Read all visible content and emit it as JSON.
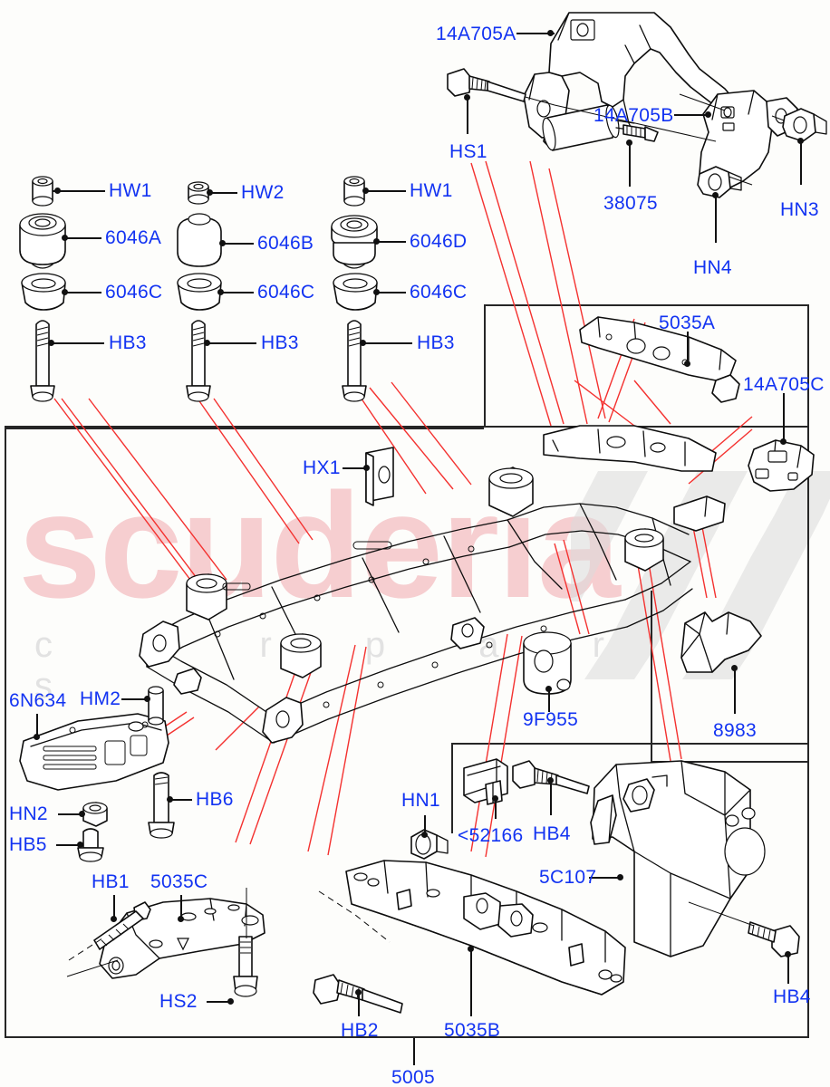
{
  "diagram": {
    "title": "5005",
    "kind": "exploded-parts-diagram",
    "watermark": {
      "brand": "scuderia",
      "subtitle": "c a r   p a r t s",
      "flag": "checkered-flag"
    },
    "label_color": "#1233f2",
    "leader_color": "#f4312f",
    "outline_color": "#0d0d0d"
  },
  "labels": {
    "hw1_left": "HW1",
    "hw2": "HW2",
    "hw1_right": "HW1",
    "p6046A": "6046A",
    "p6046B": "6046B",
    "p6046D": "6046D",
    "p6046C_left": "6046C",
    "p6046C_mid": "6046C",
    "p6046C_right": "6046C",
    "hb3_left": "HB3",
    "hb3_mid": "HB3",
    "hb3_right": "HB3",
    "p14A705A": "14A705A",
    "p14A705B": "14A705B",
    "hs1": "HS1",
    "p38075": "38075",
    "hn4": "HN4",
    "hn3": "HN3",
    "p5035A": "5035A",
    "p14A705C": "14A705C",
    "hx1": "HX1",
    "p9F955": "9F955",
    "p8983": "8983",
    "p6N634": "6N634",
    "hm2": "HM2",
    "hb6": "HB6",
    "hn2": "HN2",
    "hb5": "HB5",
    "hb1": "HB1",
    "p5035C": "5035C",
    "hs2": "HS2",
    "hn1": "HN1",
    "p52166": "<52166",
    "hb4_top": "HB4",
    "p5C107": "5C107",
    "hb2": "HB2",
    "p5035B": "5035B",
    "hb4_bottom": "HB4",
    "p5005": "5005"
  },
  "parts_list": [
    {
      "code": "HW1",
      "type": "washer"
    },
    {
      "code": "HW2",
      "type": "washer"
    },
    {
      "code": "6046A",
      "type": "body-mount-bushing"
    },
    {
      "code": "6046B",
      "type": "body-mount-bushing"
    },
    {
      "code": "6046D",
      "type": "body-mount-bushing"
    },
    {
      "code": "6046C",
      "type": "body-mount-lower-bushing"
    },
    {
      "code": "HB3",
      "type": "bolt"
    },
    {
      "code": "14A705A",
      "type": "bracket"
    },
    {
      "code": "14A705B",
      "type": "bracket"
    },
    {
      "code": "14A705C",
      "type": "bracket"
    },
    {
      "code": "HS1",
      "type": "screw"
    },
    {
      "code": "38075",
      "type": "spacer-tube"
    },
    {
      "code": "HN3",
      "type": "nut"
    },
    {
      "code": "HN4",
      "type": "nut"
    },
    {
      "code": "5035A",
      "type": "crossmember"
    },
    {
      "code": "5035B",
      "type": "crossmember"
    },
    {
      "code": "5035C",
      "type": "crossmember"
    },
    {
      "code": "HX1",
      "type": "plate"
    },
    {
      "code": "9F955",
      "type": "mount-bush"
    },
    {
      "code": "8983",
      "type": "bracket"
    },
    {
      "code": "6N634",
      "type": "underbody-shield"
    },
    {
      "code": "HM2",
      "type": "spacer"
    },
    {
      "code": "HB6",
      "type": "bolt"
    },
    {
      "code": "HN2",
      "type": "nut"
    },
    {
      "code": "HB5",
      "type": "bolt"
    },
    {
      "code": "HB1",
      "type": "bolt"
    },
    {
      "code": "HS2",
      "type": "screw"
    },
    {
      "code": "HN1",
      "type": "nut"
    },
    {
      "code": "<52166",
      "type": "clip"
    },
    {
      "code": "HB4",
      "type": "bolt"
    },
    {
      "code": "5C107",
      "type": "tow-bracket"
    },
    {
      "code": "HB2",
      "type": "bolt"
    },
    {
      "code": "5005",
      "type": "frame-assembly"
    }
  ]
}
